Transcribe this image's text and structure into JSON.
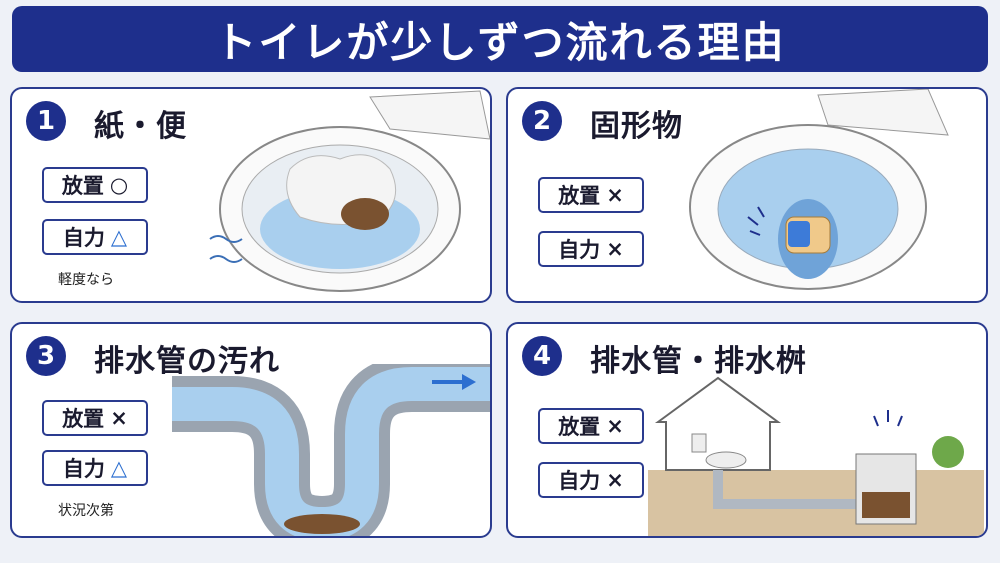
{
  "title": "トイレが少しずつ流れる理由",
  "panels": [
    {
      "number": "1",
      "title": "紙・便",
      "tags": [
        {
          "label": "放置",
          "mark": "○"
        },
        {
          "label": "自力",
          "mark": "△"
        }
      ],
      "note": "軽度なら",
      "illustration": "toilet-clog-icon"
    },
    {
      "number": "2",
      "title": "固形物",
      "tags": [
        {
          "label": "放置",
          "mark": "×"
        },
        {
          "label": "自力",
          "mark": "×"
        }
      ],
      "note": "",
      "illustration": "toilet-object-icon"
    },
    {
      "number": "3",
      "title": "排水管の汚れ",
      "tags": [
        {
          "label": "放置",
          "mark": "×"
        },
        {
          "label": "自力",
          "mark": "△"
        }
      ],
      "note": "状況次第",
      "illustration": "pipe-dirt-icon"
    },
    {
      "number": "4",
      "title": "排水管・排水桝",
      "tags": [
        {
          "label": "放置",
          "mark": "×"
        },
        {
          "label": "自力",
          "mark": "×"
        }
      ],
      "note": "",
      "illustration": "house-drain-icon"
    }
  ],
  "colors": {
    "navy": "#1e2f8c",
    "accent_blue": "#2d6fd0",
    "water": "#9fc9ee",
    "dirt": "#7a5230"
  }
}
